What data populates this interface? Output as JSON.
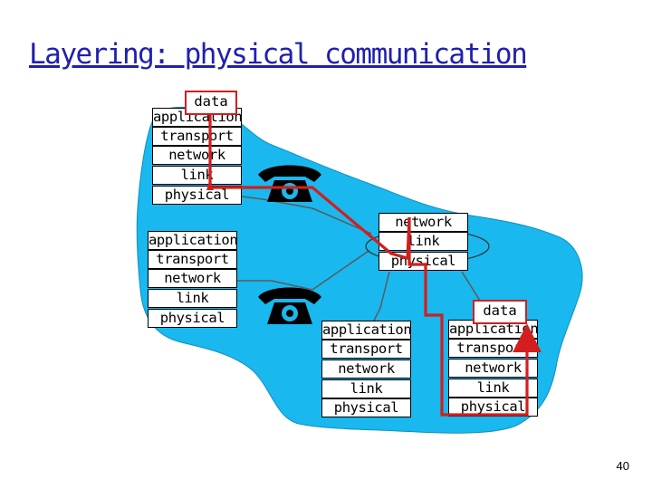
{
  "title": "Layering: physical communication",
  "data_label": "data",
  "layers5": [
    "application",
    "transport",
    "network",
    "link",
    "physical"
  ],
  "layers3": [
    "network",
    "link",
    "physical"
  ],
  "page_number": "40",
  "colors": {
    "cloud": "#19b8ee",
    "title": "#1f1fb0",
    "path": "#d21e1e"
  }
}
